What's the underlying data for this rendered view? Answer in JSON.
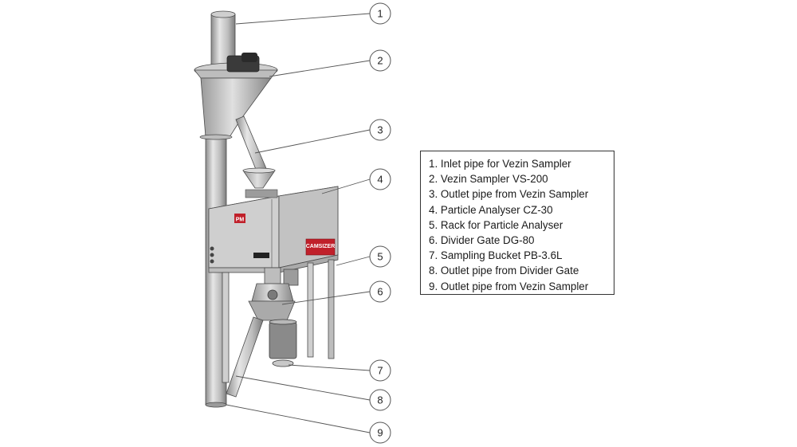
{
  "callouts": [
    "1",
    "2",
    "3",
    "4",
    "5",
    "6",
    "7",
    "8",
    "9"
  ],
  "legend": {
    "items": [
      "1. Inlet pipe for Vezin Sampler",
      "2. Vezin Sampler VS-200",
      "3. Outlet pipe from Vezin Sampler",
      "4. Particle Analyser CZ-30",
      "5. Rack for Particle Analyser",
      "6. Divider Gate DG-80",
      "7. Sampling Bucket PB-3.6L",
      "8. Outlet pipe from Divider Gate",
      "9. Outlet pipe from Vezin Sampler"
    ]
  },
  "cabinet": {
    "logo_left": "PM",
    "brand": "CAMSIZER"
  },
  "colors": {
    "steel_light": "#d9d9d9",
    "steel_mid": "#a9a9a9",
    "steel_dark": "#6f6f6f",
    "outline": "#4a4a4a",
    "brand_red": "#c0202a"
  }
}
